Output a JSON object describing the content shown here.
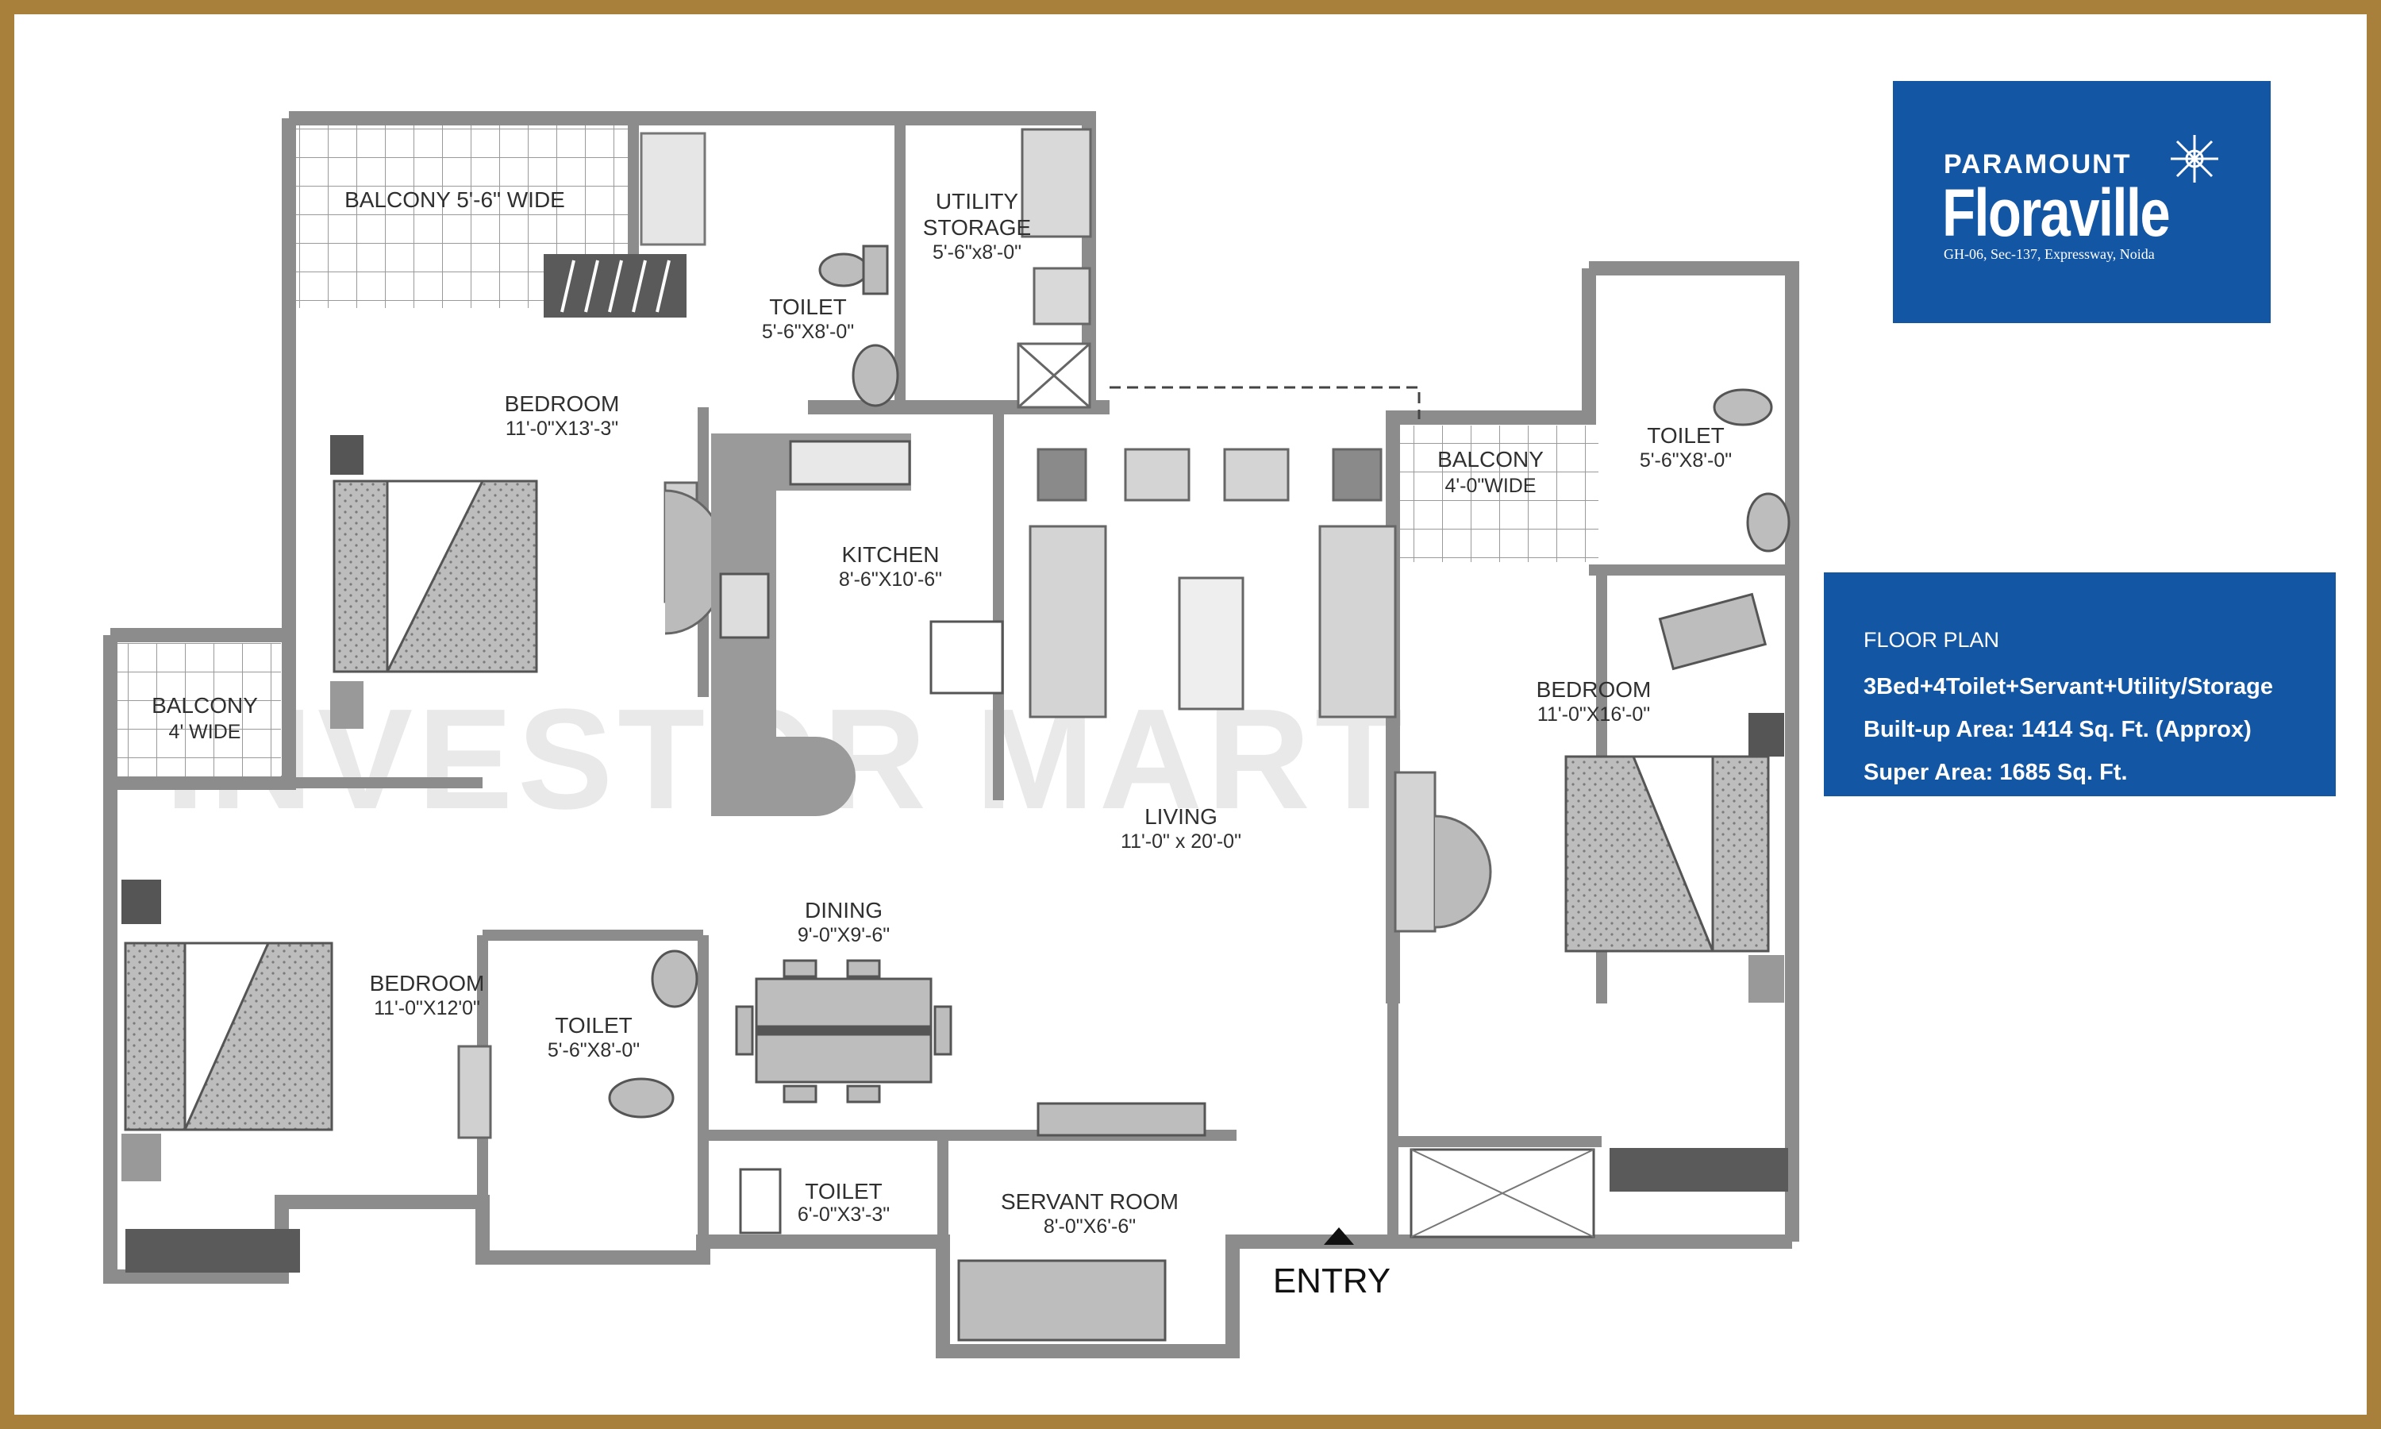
{
  "brand": {
    "developer": "PARAMOUNT",
    "project": "Floraville",
    "address": "GH-06, Sec-137, Expressway, Noida",
    "color": "#1356a3"
  },
  "info": {
    "title": "FLOOR PLAN",
    "config": "3Bed+4Toilet+Servant+Utility/Storage",
    "built_up": "Built-up Area: 1414 Sq. Ft. (Approx)",
    "super_area": "Super Area: 1685 Sq. Ft."
  },
  "watermark": "INVESTOR MART",
  "entry_label": "ENTRY",
  "rooms": {
    "balcony_top": {
      "name": "BALCONY 5'-6\" WIDE"
    },
    "toilet_top": {
      "name": "TOILET",
      "size": "5'-6\"X8'-0\""
    },
    "utility": {
      "line1": "UTILITY",
      "line2": "STORAGE",
      "size": "5'-6\"x8'-0\""
    },
    "bedroom_1": {
      "name": "BEDROOM",
      "size": "11'-0\"X13'-3\""
    },
    "kitchen": {
      "name": "KITCHEN",
      "size": "8'-6\"X10'-6\""
    },
    "balcony_left": {
      "name": "BALCONY",
      "size": "4' WIDE"
    },
    "living": {
      "name": "LIVING",
      "size": "11'-0\" x 20'-0\""
    },
    "dining": {
      "name": "DINING",
      "size": "9'-0\"X9'-6\""
    },
    "bedroom_2": {
      "name": "BEDROOM",
      "size": "11'-0\"X12'0\""
    },
    "toilet_mid": {
      "name": "TOILET",
      "size": "5'-6\"X8'-0\""
    },
    "toilet_servant": {
      "name": "TOILET",
      "size": "6'-0\"X3'-3\""
    },
    "servant": {
      "name": "SERVANT ROOM",
      "size": "8'-0\"X6'-6\""
    },
    "balcony_right": {
      "name": "BALCONY",
      "size": "4'-0\"WIDE"
    },
    "toilet_right": {
      "name": "TOILET",
      "size": "5'-6\"X8'-0\""
    },
    "bedroom_3": {
      "name": "BEDROOM",
      "size": "11'-0\"X16'-0\""
    }
  }
}
